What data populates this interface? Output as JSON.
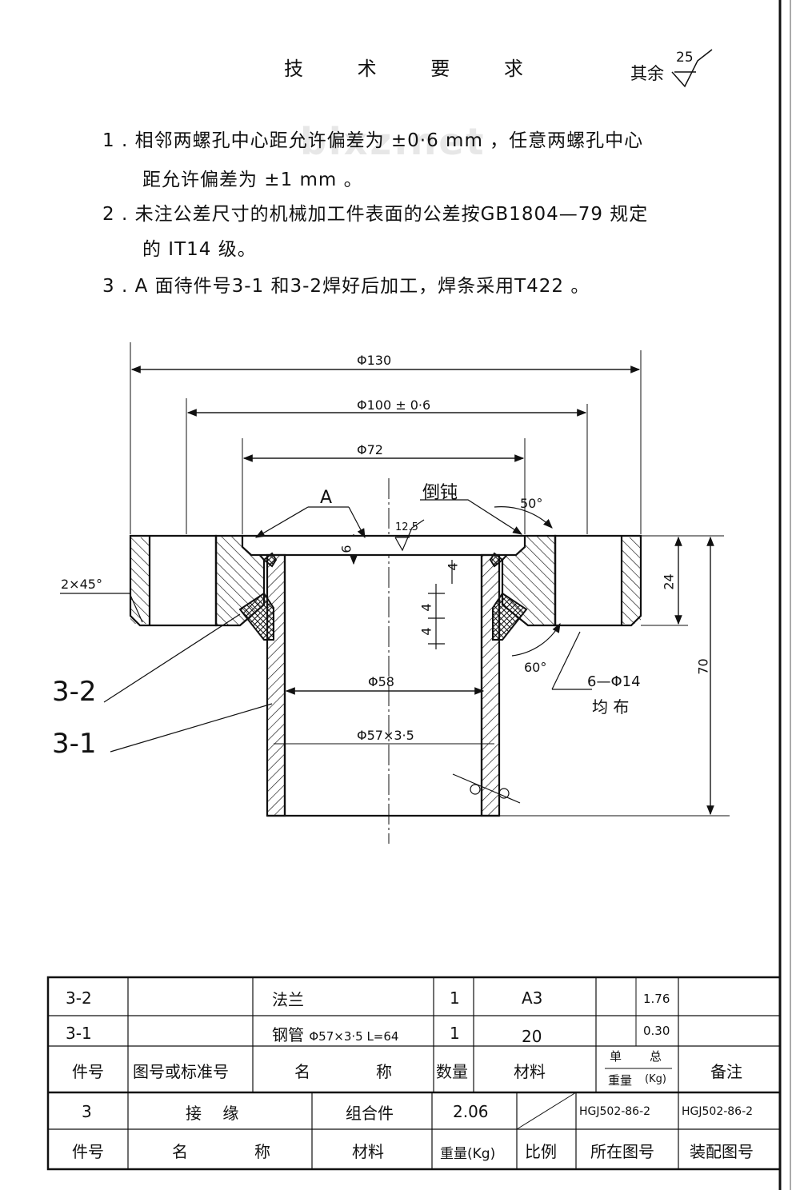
{
  "title": "技 术 要 求",
  "roughness": {
    "label": "其余",
    "value": "25"
  },
  "watermark": "bixz.net",
  "requirements": [
    {
      "num": "1",
      "line1": "相邻两螺孔中心距允许偏差为 ±0·6 mm ，任意两螺孔中心",
      "line2": "距允许偏差为 ±1 mm 。"
    },
    {
      "num": "2",
      "line1": "未注公差尺寸的机械加工件表面的公差按GB1804—79 规定",
      "line2": "的 IT14 级。"
    },
    {
      "num": "3",
      "line1": "A 面待件号3-1 和3-2焊好后加工，焊条采用T422 。",
      "line2": ""
    }
  ],
  "dimensions": {
    "d130": "Φ130",
    "d100": "Φ100 ± 0·6",
    "d72": "Φ72",
    "d58": "Φ58",
    "pipe": "Φ57×3·5",
    "h24": "24",
    "h70": "70",
    "h6": "6",
    "h4": "4",
    "h4a": "4",
    "h4b": "4",
    "chamfer": "2×45°",
    "angle50": "50°",
    "angle60": "60°",
    "rough_face": "12.5",
    "holes": "6—Φ14",
    "holes_note": "均 布",
    "face_a": "A",
    "dun": "倒钝"
  },
  "part_labels": {
    "p32": "3-2",
    "p31": "3-1"
  },
  "parts_table": {
    "rows": [
      {
        "no": "3-2",
        "std": "",
        "name": "法兰",
        "spec": "",
        "qty": "1",
        "material": "A3",
        "unit_w": "",
        "total_w": "1.76",
        "note": ""
      },
      {
        "no": "3-1",
        "std": "",
        "name": "钢管",
        "spec": "Φ57×3·5  L=64",
        "qty": "1",
        "material": "20",
        "unit_w": "",
        "total_w": "0.30",
        "note": ""
      }
    ],
    "header": {
      "no": "件号",
      "std": "图号或标准号",
      "name_a": "名",
      "name_b": "称",
      "qty": "数量",
      "material": "材料",
      "w_single": "单",
      "w_total": "总",
      "w_label": "重量",
      "w_unit": "(Kg)",
      "note": "备注"
    }
  },
  "title_block": {
    "row": {
      "no": "3",
      "name": "接 缘",
      "material": "组合件",
      "weight": "2.06",
      "scale": "",
      "drawing": "HGJ502-86-2",
      "assembly": "HGJ502-86-2"
    },
    "header": {
      "no": "件号",
      "name_a": "名",
      "name_b": "称",
      "material": "材料",
      "weight": "重量(Kg)",
      "scale": "比例",
      "drawing": "所在图号",
      "assembly": "装配图号"
    }
  }
}
